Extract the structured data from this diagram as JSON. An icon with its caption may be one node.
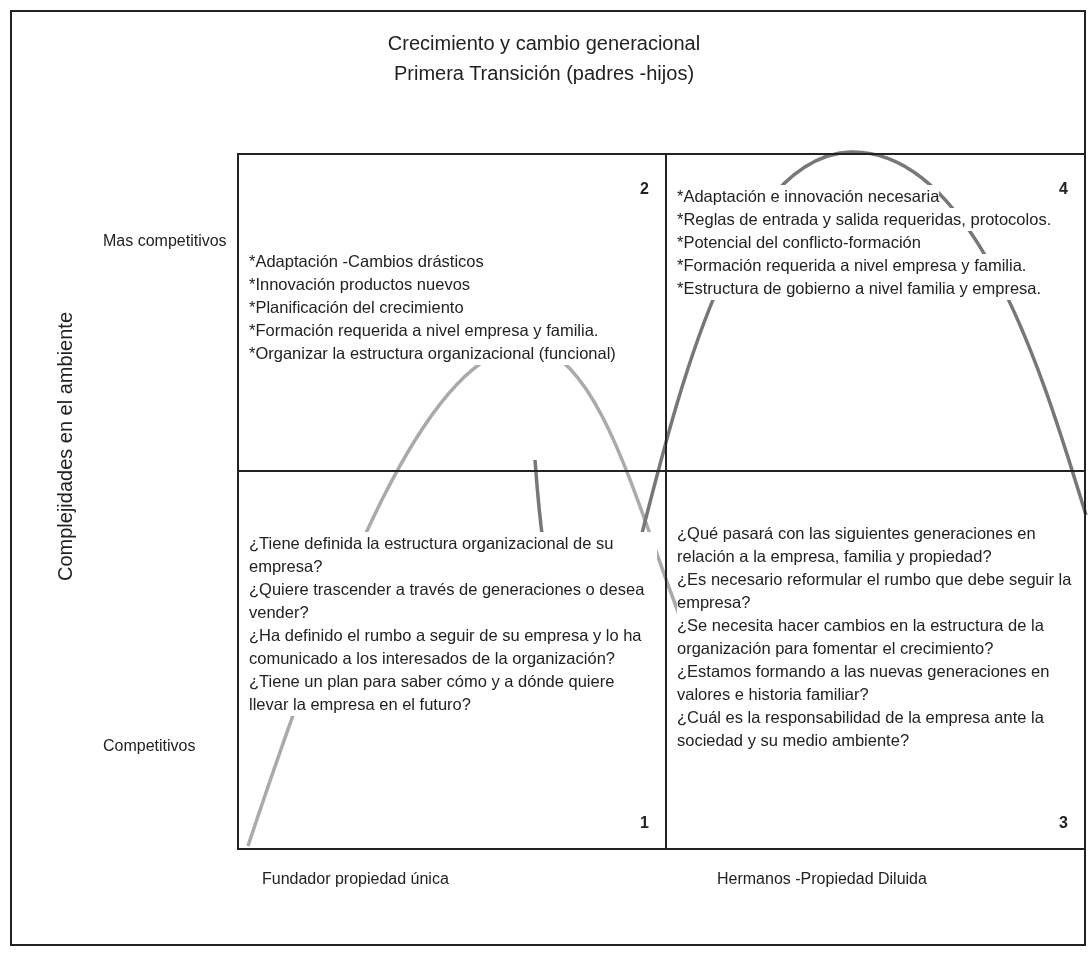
{
  "diagram": {
    "title": "Crecimiento y cambio generacional Primera Transición (padres -hijos)",
    "nodes": [
      {
        "text": [
          "2",
          "*Adaptación -Cambios drásticos",
          "*Innovación productos nuevos",
          "*Planificación del crecimiento",
          "*Formación requerida a nivel empresa y familia.",
          "*Organizar la estructura organizacional (funcional)"
        ]
      },
      {
        "text": [
          "4",
          "*Adaptación e innovación necesaria",
          "*Reglas de entrada y salida requeridas, protocolos.",
          "*Potencial del conflicto-formación",
          "*Formación requerida a nivel empresa y familia.",
          "*Estructura de gobierno a nivel familia y empresa."
        ]
      },
      {
        "text": [
          "¿Tiene definida la estructura organizacional de su empresa?",
          "¿Quiere trascender a través de generaciones o desea vender?",
          "¿Ha definido el rumbo a seguir de su empresa y lo ha comunicado a los interesados de la organización?",
          "¿Tiene un plan para saber cómo y a dónde quiere llevar la empresa en el futuro?",
          "1"
        ]
      },
      {
        "text": [
          "¿Qué pasará con las siguientes generaciones en relación a la empresa, familia y propiedad?",
          "¿Es necesario reformular el rumbo que debe seguir la empresa?",
          "¿Se necesita hacer cambios en la estructura de la organización para fomentar el crecimiento?",
          "¿Estamos formando a las nuevas generaciones en valores e historia familiar?",
          "¿Cuál es la responsabilidad de la empresa ante la sociedad y su medio ambiente?",
          "3"
        ]
      }
    ],
    "edges": [],
    "labels": [
      "Complejidades en el ambiente",
      "Mas competitivos",
      "Competitivos",
      "Fundador propiedad única",
      "Hermanos -Propiedad Diluida"
    ]
  }
}
